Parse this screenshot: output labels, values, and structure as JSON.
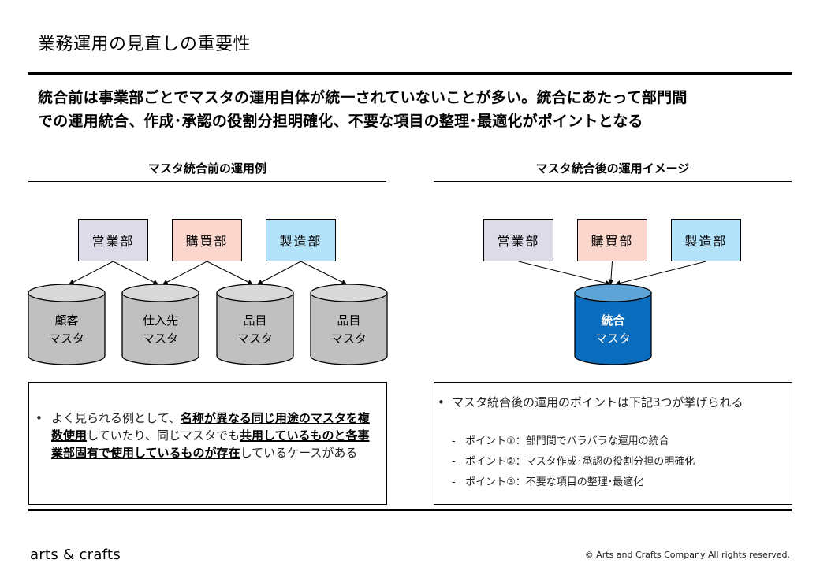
{
  "header": {
    "title": "業務運用の見直しの重要性",
    "summary_line1": "統合前は事業部ごとでマスタの運用自体が統一されていないことが多い。統合にあたって部門間",
    "summary_line2": "での運用統合、作成･承認の役割分担明確化、不要な項目の整理･最適化がポイントとなる"
  },
  "left_panel": {
    "title": "マスタ統合前の運用例",
    "departments": [
      {
        "label": "営業部",
        "color": "#dedbe8"
      },
      {
        "label": "購買部",
        "color": "#fbd6cd"
      },
      {
        "label": "製造部",
        "color": "#b3e3fa"
      }
    ],
    "databases": [
      {
        "line1": "顧客",
        "line2": "マスタ"
      },
      {
        "line1": "仕入先",
        "line2": "マスタ"
      },
      {
        "line1": "品目",
        "line2": "マスタ"
      },
      {
        "line1": "品目",
        "line2": "マスタ"
      }
    ],
    "connections": [
      {
        "from": 0,
        "to": 0
      },
      {
        "from": 0,
        "to": 1
      },
      {
        "from": 1,
        "to": 1
      },
      {
        "from": 1,
        "to": 2
      },
      {
        "from": 2,
        "to": 2
      },
      {
        "from": 2,
        "to": 3
      }
    ],
    "db_color": "#c0c0c0",
    "note": {
      "bullet": "•",
      "parts": [
        {
          "text": "よく見られる例として、",
          "emphasis": false
        },
        {
          "text": "名称が異なる同じ用途のマスタを複数使用",
          "emphasis": true
        },
        {
          "text": "していたり、同じマスタでも",
          "emphasis": false
        },
        {
          "text": "共用しているものと各事業部固有で使用しているものが存在",
          "emphasis": true
        },
        {
          "text": "しているケースがある",
          "emphasis": false
        }
      ]
    }
  },
  "right_panel": {
    "title": "マスタ統合後の運用イメージ",
    "departments": [
      {
        "label": "営業部",
        "color": "#dedbe8"
      },
      {
        "label": "購買部",
        "color": "#fbd6cd"
      },
      {
        "label": "製造部",
        "color": "#b3e3fa"
      }
    ],
    "database": {
      "line1": "統合",
      "line2": "マスタ",
      "color": "#0a6cbc",
      "top_color": "#5ea4d6"
    },
    "note": {
      "bullet": "•",
      "main": "マスタ統合後の運用のポイントは下記3つが挙げられる",
      "sub_marker": "-",
      "points": [
        "ポイント①：部門間でバラバラな運用の統合",
        "ポイント②：マスタ作成･承認の役割分担の明確化",
        "ポイント③：不要な項目の整理･最適化"
      ]
    }
  },
  "footer": {
    "logo": "arts & crafts",
    "copyright": "© Arts and Crafts Company All rights reserved."
  }
}
